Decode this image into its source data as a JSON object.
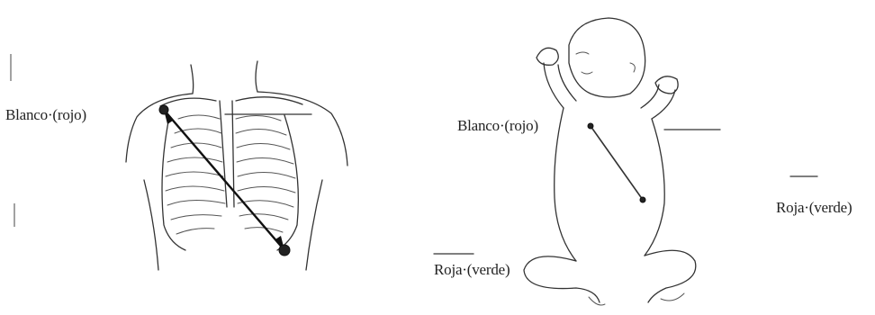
{
  "adult_figure": {
    "label_white": "Blanco·(rojo)"
  },
  "infant_figure": {
    "label_white": "Blanco·(rojo)",
    "label_red_right": "Roja·(verde)",
    "label_red_bottom": "Roja·(verde)"
  }
}
